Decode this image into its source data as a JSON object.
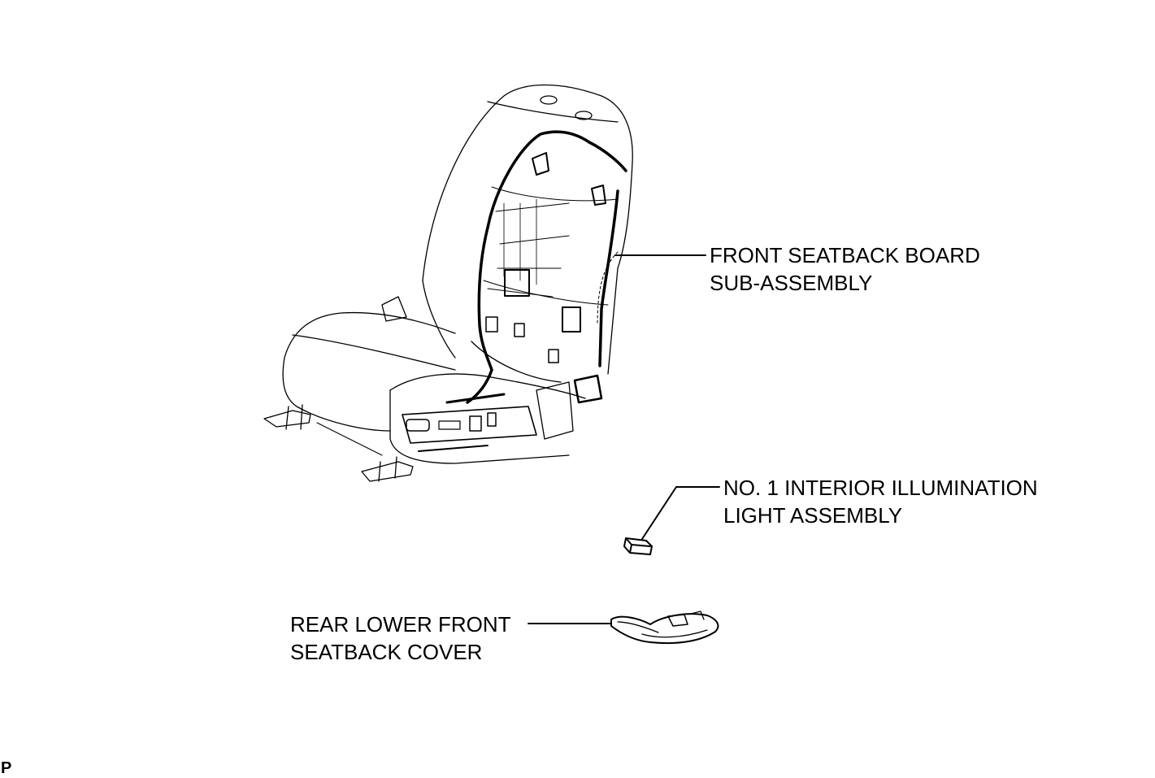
{
  "labels": {
    "seatback_board": {
      "line1": "FRONT SEATBACK BOARD",
      "line2": "SUB-ASSEMBLY"
    },
    "illumination_light": {
      "line1": "NO. 1 INTERIOR ILLUMINATION",
      "line2": "LIGHT ASSEMBLY"
    },
    "rear_cover": {
      "line1": "REAR LOWER FRONT",
      "line2": "SEATBACK COVER"
    }
  },
  "corner_mark": "P",
  "colors": {
    "ink": "#000000",
    "paper": "#ffffff"
  }
}
